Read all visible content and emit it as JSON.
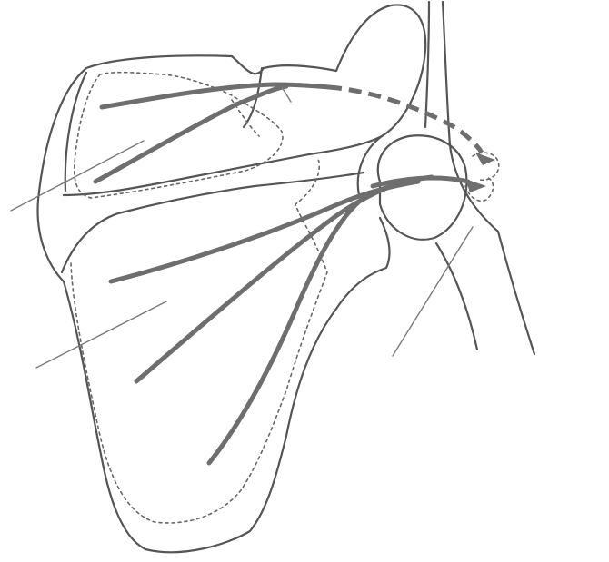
{
  "diagram": {
    "colors": {
      "outline": "#555555",
      "fiber": "#6e6e6e",
      "background": "#ffffff"
    },
    "elements": [
      "scapula-outline",
      "scapular-spine",
      "acromion",
      "humeral-head",
      "humerus-shaft",
      "supraspinatus-fiber-lines",
      "infraspinatus-fiber-lines",
      "insertion-arrows",
      "leader-lines"
    ]
  }
}
